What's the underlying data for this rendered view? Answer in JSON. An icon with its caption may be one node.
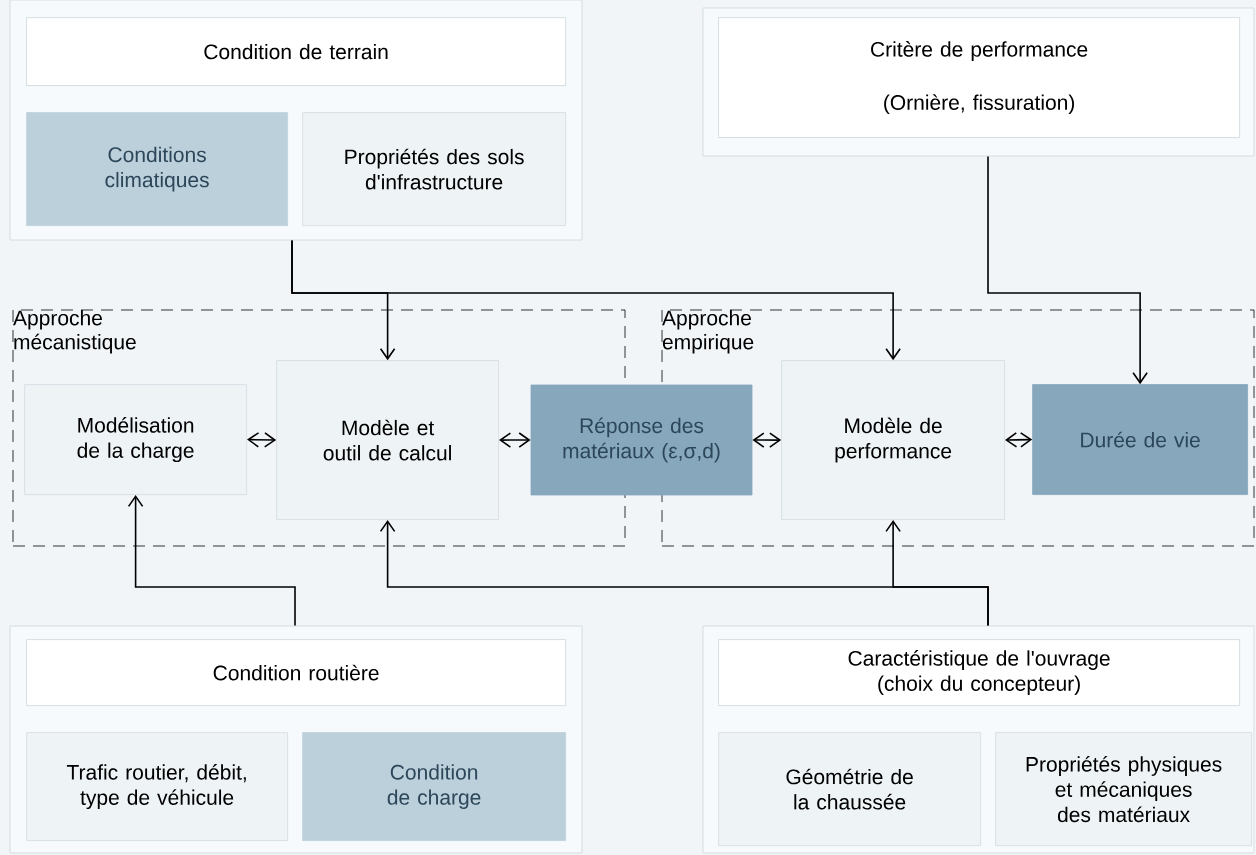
{
  "diagram": {
    "nodes": [
      {
        "text": [],
        "shape": "box"
      },
      {
        "text": [
          "Condition de terrain"
        ],
        "in": 0
      },
      {
        "text": [
          "Conditions climatiques"
        ],
        "in": 0
      },
      {
        "text": [
          "Propriétés des sols d'infrastructure"
        ],
        "in": 0
      },
      {
        "text": [],
        "shape": "box"
      },
      {
        "text": [
          "Critère de performance",
          "(Ornière, fissuration)"
        ],
        "in": 4
      },
      {
        "text": [
          "Approche mécanistique"
        ]
      },
      {
        "text": [
          "Modélisation de la charge"
        ],
        "in": 6
      },
      {
        "text": [
          "Modèle et outil de calcul"
        ],
        "in": 6
      },
      {
        "text": [
          "Réponse des matériaux (ε,σ,d)"
        ]
      },
      {
        "text": [
          "Approche empirique"
        ]
      },
      {
        "text": [
          "Modèle de performance"
        ],
        "in": 10
      },
      {
        "text": [
          "Durée de vie"
        ],
        "in": 10
      },
      {
        "text": [],
        "shape": "box"
      },
      {
        "text": [
          "Condition routière"
        ],
        "in": 13
      },
      {
        "text": [
          "Trafic routier, débit, type de véhicule"
        ],
        "in": 13
      },
      {
        "text": [
          "Condition de charge"
        ],
        "in": 13
      },
      {
        "text": [],
        "shape": "box"
      },
      {
        "text": [
          "Caractéristique de l'ouvrage (choix du concepteur)"
        ],
        "in": 17
      },
      {
        "text": [
          "Géométrie de la chaussée"
        ],
        "in": 17
      },
      {
        "text": [
          "Propriétés physiques et mécaniques des matériaux"
        ],
        "in": 17
      }
    ],
    "edges": [
      {
        "from": 0,
        "to": 8,
        "arrow": "to"
      },
      {
        "from": 0,
        "to": 11,
        "arrow": "to"
      },
      {
        "from": 4,
        "to": 12,
        "arrow": "to"
      },
      {
        "from": 13,
        "to": 7,
        "arrow": "to"
      },
      {
        "from": 17,
        "to": 8,
        "arrow": "to"
      },
      {
        "from": 17,
        "to": 11,
        "arrow": "to"
      },
      {
        "from": 7,
        "to": 8,
        "arrow": "both"
      },
      {
        "from": 8,
        "to": 9,
        "arrow": "both"
      },
      {
        "from": 9,
        "to": 11,
        "arrow": "both"
      },
      {
        "from": 11,
        "to": 12,
        "arrow": "both"
      }
    ]
  }
}
